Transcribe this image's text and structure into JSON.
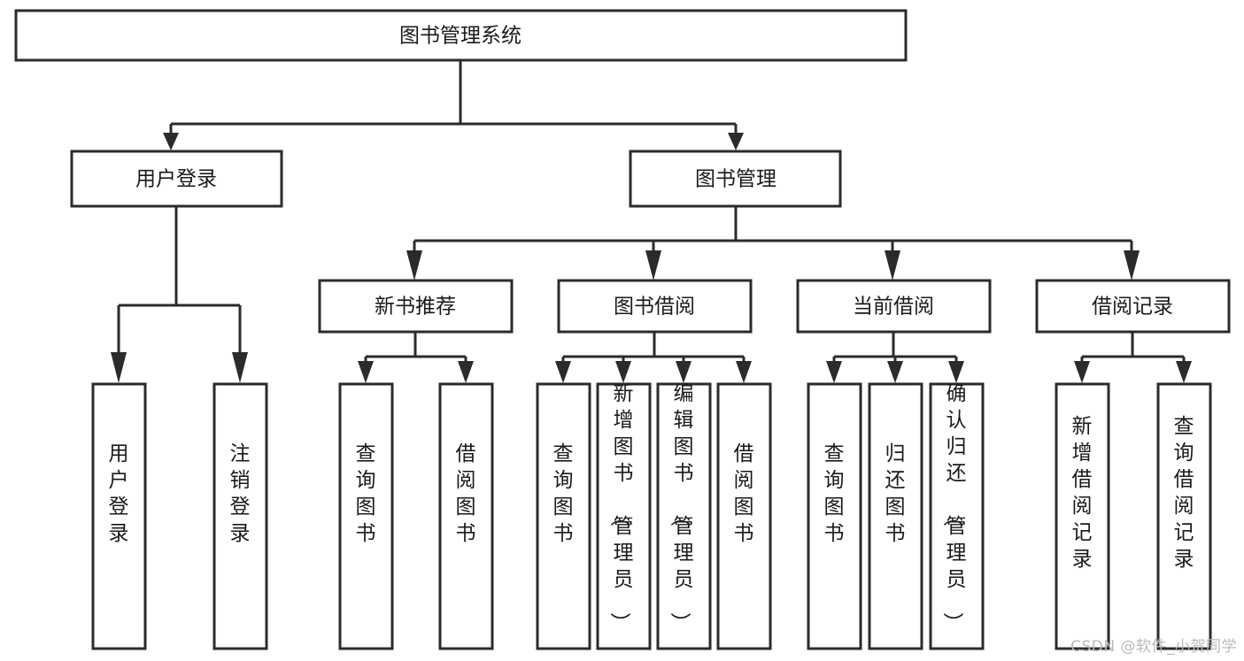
{
  "diagram": {
    "type": "tree-hierarchy-chart",
    "title_node": "图书管理系统",
    "watermark": "CSDN @软件_小贺同学",
    "colors": {
      "stroke": "#2b2b2b",
      "fill": "#ffffff",
      "text": "#1a1a1a",
      "watermark": "#b9b9b9"
    },
    "nodes": {
      "root": {
        "label": "图书管理系统",
        "orientation": "horizontal"
      },
      "level2": [
        {
          "id": "user-login",
          "label": "用户登录",
          "orientation": "horizontal"
        },
        {
          "id": "book-management",
          "label": "图书管理",
          "orientation": "horizontal"
        }
      ],
      "level3": [
        {
          "id": "new-book-recommend",
          "label": "新书推荐",
          "orientation": "horizontal"
        },
        {
          "id": "book-borrow",
          "label": "图书借阅",
          "orientation": "horizontal"
        },
        {
          "id": "current-borrow",
          "label": "当前借阅",
          "orientation": "horizontal"
        },
        {
          "id": "borrow-record",
          "label": "借阅记录",
          "orientation": "horizontal"
        }
      ],
      "leaves": [
        {
          "id": "leaf-user-login",
          "parent": "user-login",
          "label": "用户登录",
          "orientation": "vertical"
        },
        {
          "id": "leaf-logout",
          "parent": "user-login",
          "label": "注销登录",
          "orientation": "vertical"
        },
        {
          "id": "leaf-query-book-1",
          "parent": "new-book-recommend",
          "label": "查询图书",
          "orientation": "vertical"
        },
        {
          "id": "leaf-borrow-book-1",
          "parent": "new-book-recommend",
          "label": "借阅图书",
          "orientation": "vertical"
        },
        {
          "id": "leaf-query-book-2",
          "parent": "book-borrow",
          "label": "查询图书",
          "orientation": "vertical"
        },
        {
          "id": "leaf-add-book",
          "parent": "book-borrow",
          "label": "新增图书（管理员）",
          "orientation": "vertical"
        },
        {
          "id": "leaf-edit-book",
          "parent": "book-borrow",
          "label": "编辑图书（管理员）",
          "orientation": "vertical"
        },
        {
          "id": "leaf-borrow-book-2",
          "parent": "book-borrow",
          "label": "借阅图书",
          "orientation": "vertical"
        },
        {
          "id": "leaf-query-book-3",
          "parent": "current-borrow",
          "label": "查询图书",
          "orientation": "vertical"
        },
        {
          "id": "leaf-return-book",
          "parent": "current-borrow",
          "label": "归还图书",
          "orientation": "vertical"
        },
        {
          "id": "leaf-confirm-return",
          "parent": "current-borrow",
          "label": "确认归还（管理员）",
          "orientation": "vertical"
        },
        {
          "id": "leaf-add-record",
          "parent": "borrow-record",
          "label": "新增借阅记录",
          "orientation": "vertical"
        },
        {
          "id": "leaf-query-record",
          "parent": "borrow-record",
          "label": "查询借阅记录",
          "orientation": "vertical"
        }
      ]
    }
  }
}
